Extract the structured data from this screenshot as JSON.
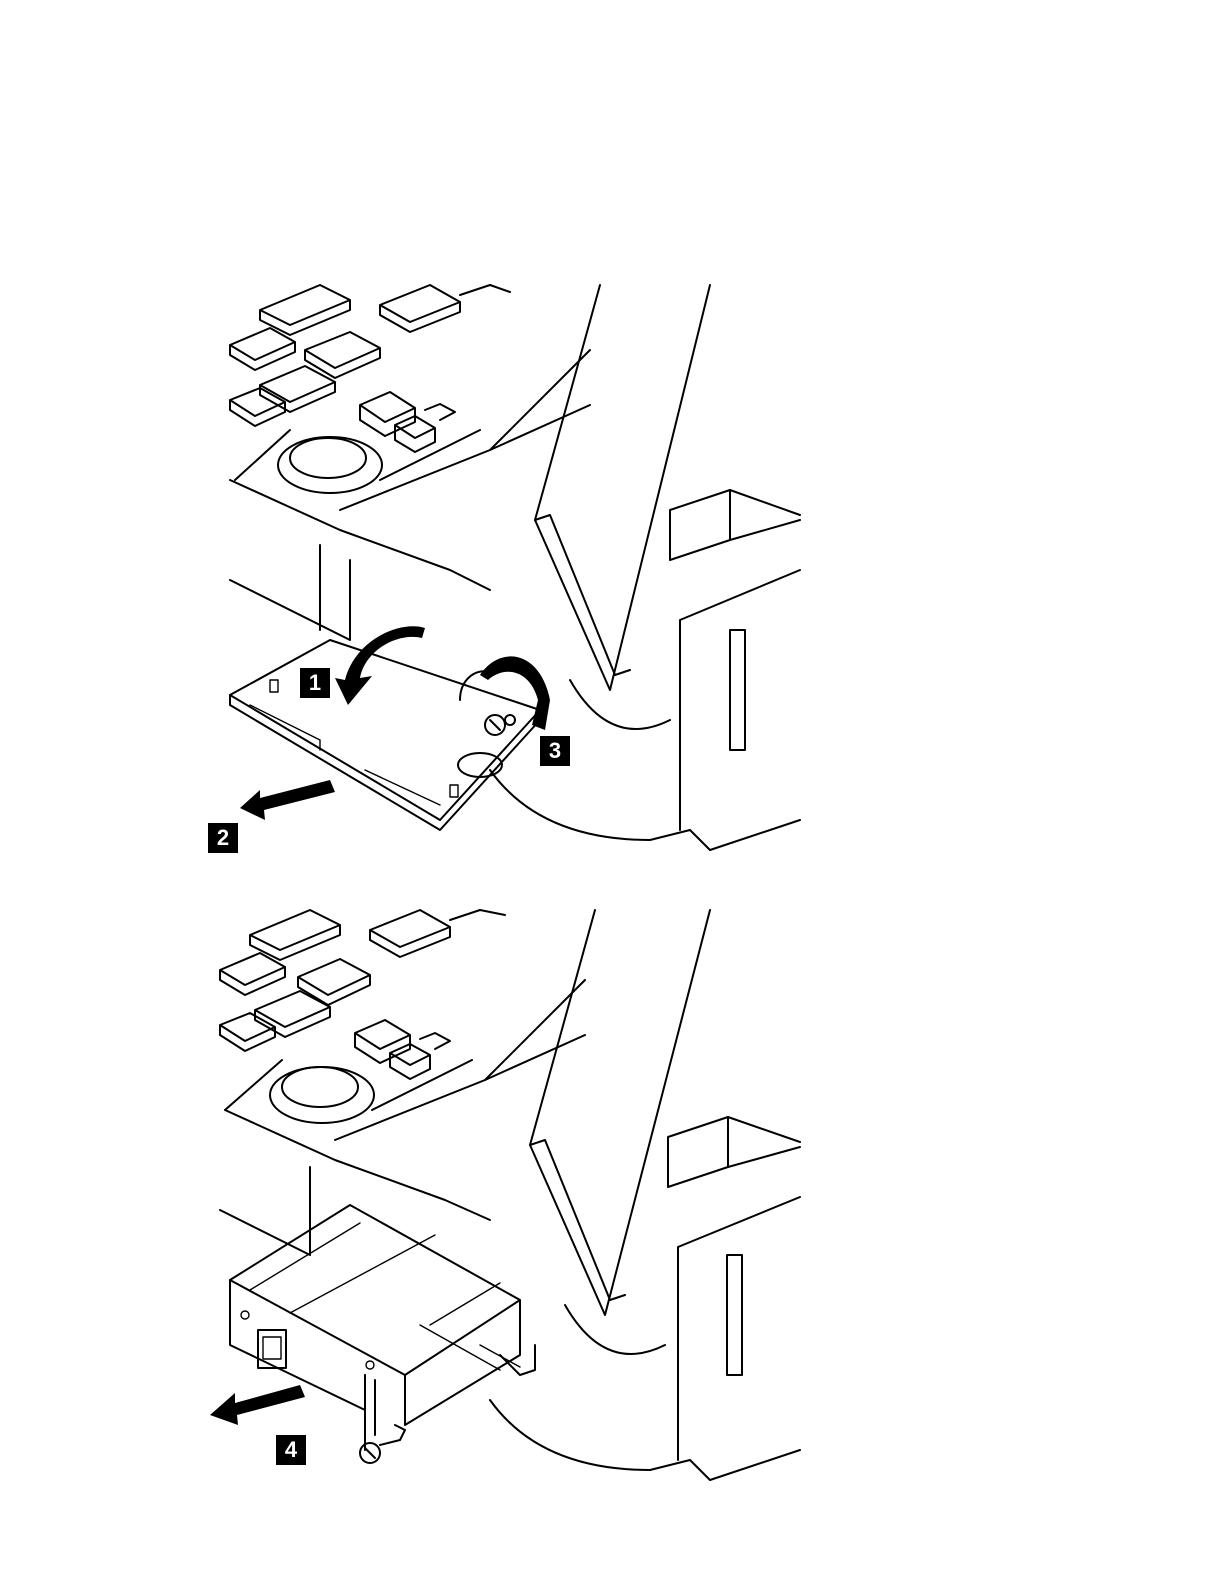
{
  "figures": [
    {
      "callouts": [
        "1",
        "2",
        "3"
      ]
    },
    {
      "callouts": [
        "4"
      ]
    }
  ],
  "colors": {
    "line": "#000000",
    "background": "#ffffff"
  }
}
